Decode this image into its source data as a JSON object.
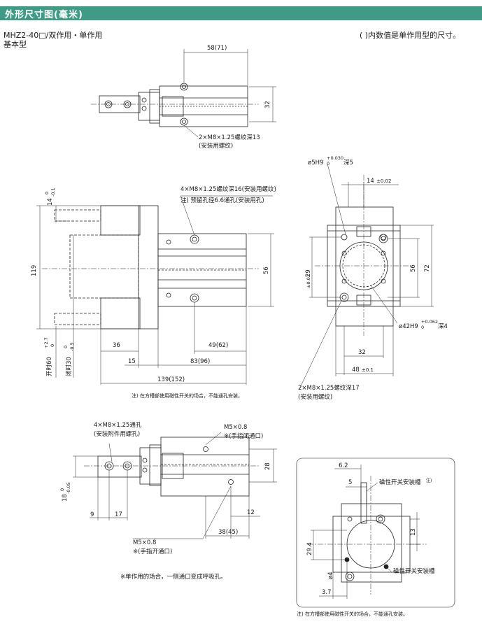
{
  "header": {
    "title": "外形尺寸图(毫米)"
  },
  "model": {
    "line1": "MHZ2-40□/双作用・单作用",
    "line2": "基本型"
  },
  "note_top_right": "( )内数值是单作用型的尺寸。",
  "top_view": {
    "dim_width": "58(71)",
    "dim_height": "32",
    "callout_1": "2×M8×1.25螺纹深13",
    "callout_2": "(安装用螺纹)"
  },
  "side_view": {
    "callout_a1": "4×M8×1.25螺纹深16(安装用螺纹)",
    "callout_a2": "注) 预留孔径6.6通孔(安装用孔)",
    "dim_14": "14",
    "tol_14_up": "0",
    "tol_14_lo": "-0.1",
    "dim_119": "119",
    "dim_56": "56",
    "dim_36": "36",
    "dim_49": "49(62)",
    "dim_15": "15",
    "dim_83": "83(96)",
    "dim_139": "139(152)",
    "open_label": "开时60",
    "open_tol_up": "+2.7",
    "open_tol_lo": "0",
    "closed_label": "闭时30",
    "closed_tol_up": "0",
    "closed_tol_lo": "-0.5",
    "note": "注) 在方槽部使用磁性开关的场合，不能通孔安装。"
  },
  "end_view": {
    "hole_label": "ø5H9",
    "hole_tol_up": "+0.030",
    "hole_tol_lo": "0",
    "hole_depth": "深5",
    "dim_14": "14",
    "dim_14_tol": "±0.02",
    "dim_29": "29",
    "dim_29_tol": "±0.02",
    "dim_56": "56",
    "dim_72": "72",
    "bore_label": "ø42H9",
    "bore_tol_up": "+0.062",
    "bore_tol_lo": "0",
    "bore_depth": "深4",
    "dim_32": "32",
    "dim_48": "48",
    "dim_48_tol": "±0.1",
    "callout_1": "2×M8×1.25螺纹深17",
    "callout_2": "(安装用螺纹)"
  },
  "lower_view": {
    "callout_l1": "4×M8×1.25通孔",
    "callout_l2": "(安装附件用螺孔)",
    "port_top_1": "M5×0.8",
    "port_top_2": "※(手指闭通口)",
    "dim_28": "28",
    "dim_18": "18",
    "tol_18_up": "0",
    "tol_18_lo": "-0.05",
    "dim_9": "9",
    "dim_17": "17",
    "dim_12": "12",
    "dim_38": "38(45)",
    "port_bot_1": "M5×0.8",
    "port_bot_2": "※(手指开通口)",
    "note": "※单作用的场合，一侧通口变成呼吸孔。"
  },
  "detail_view": {
    "dim_62": "6.2",
    "dim_5": "5",
    "slot_label": "磁性开关安装槽",
    "slot_note": "注)",
    "dim_13": "13",
    "dim_294": "29.4",
    "dim_phi4": "ø4",
    "slot_label_2": "磁性开关安装槽",
    "dim_37": "3.7",
    "note": "注) 在方槽部使用磁性开关的场合，不能通孔安装。"
  }
}
